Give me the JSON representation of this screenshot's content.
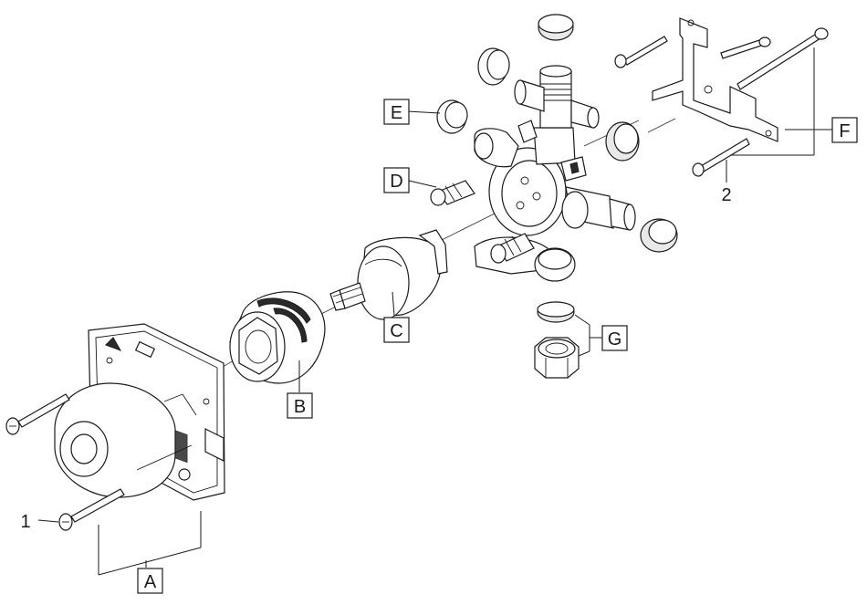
{
  "callouts": {
    "A": "A",
    "B": "B",
    "C": "C",
    "D": "D",
    "E": "E",
    "F": "F",
    "G": "G"
  },
  "numbers": {
    "n1": "1",
    "n2": "2"
  }
}
